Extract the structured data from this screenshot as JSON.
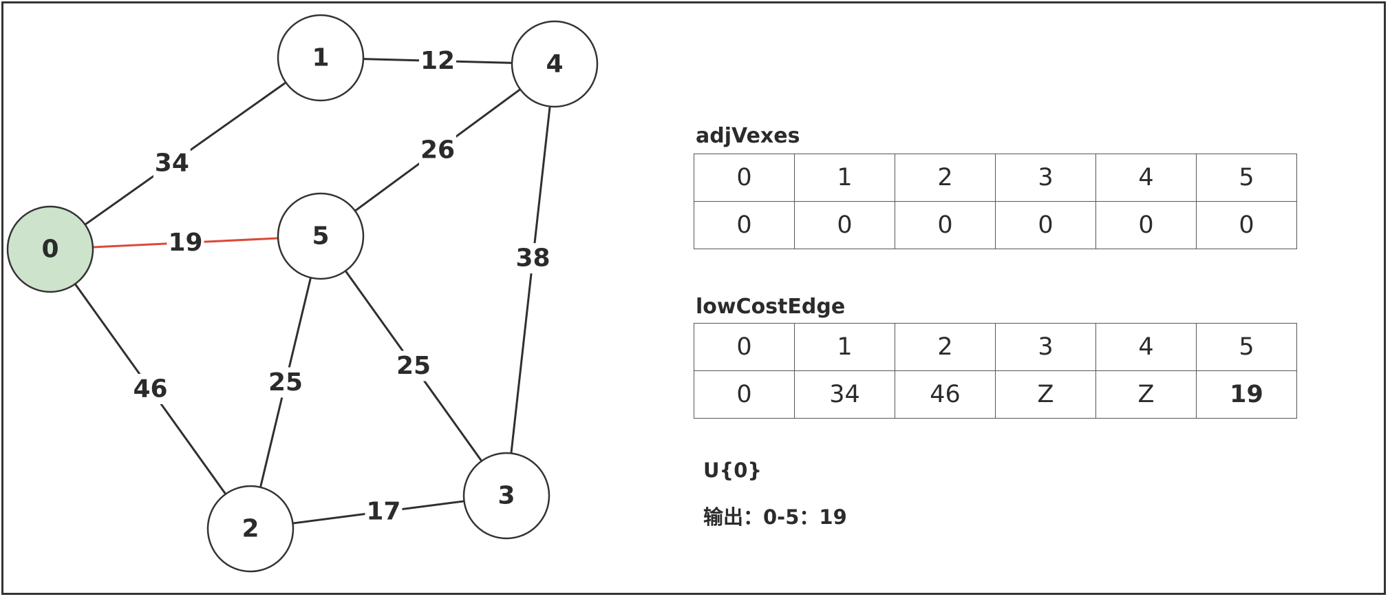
{
  "graph": {
    "nodes": [
      {
        "id": "0",
        "label": "0",
        "start": true
      },
      {
        "id": "1",
        "label": "1"
      },
      {
        "id": "2",
        "label": "2"
      },
      {
        "id": "3",
        "label": "3"
      },
      {
        "id": "4",
        "label": "4"
      },
      {
        "id": "5",
        "label": "5"
      }
    ],
    "edges": [
      {
        "from": "0",
        "to": "1",
        "weight": "34"
      },
      {
        "from": "1",
        "to": "4",
        "weight": "12"
      },
      {
        "from": "0",
        "to": "5",
        "weight": "19",
        "highlight": true
      },
      {
        "from": "5",
        "to": "4",
        "weight": "26"
      },
      {
        "from": "4",
        "to": "3",
        "weight": "38"
      },
      {
        "from": "0",
        "to": "2",
        "weight": "46"
      },
      {
        "from": "5",
        "to": "2",
        "weight": "25"
      },
      {
        "from": "5",
        "to": "3",
        "weight": "25"
      },
      {
        "from": "2",
        "to": "3",
        "weight": "17"
      }
    ],
    "colors": {
      "highlight_edge": "#d94a3a",
      "start_node_fill": "#cde3cc"
    }
  },
  "adjVexes": {
    "title": "adjVexes",
    "index": [
      "0",
      "1",
      "2",
      "3",
      "4",
      "5"
    ],
    "values": [
      "0",
      "0",
      "0",
      "0",
      "0",
      "0"
    ]
  },
  "lowCostEdge": {
    "title": "lowCostEdge",
    "index": [
      "0",
      "1",
      "2",
      "3",
      "4",
      "5"
    ],
    "values": [
      "0",
      "34",
      "46",
      "Z",
      "Z",
      "19"
    ],
    "bold_index": 5
  },
  "notes": {
    "u_set": "U{0}",
    "output": "输出：0-5：19"
  }
}
